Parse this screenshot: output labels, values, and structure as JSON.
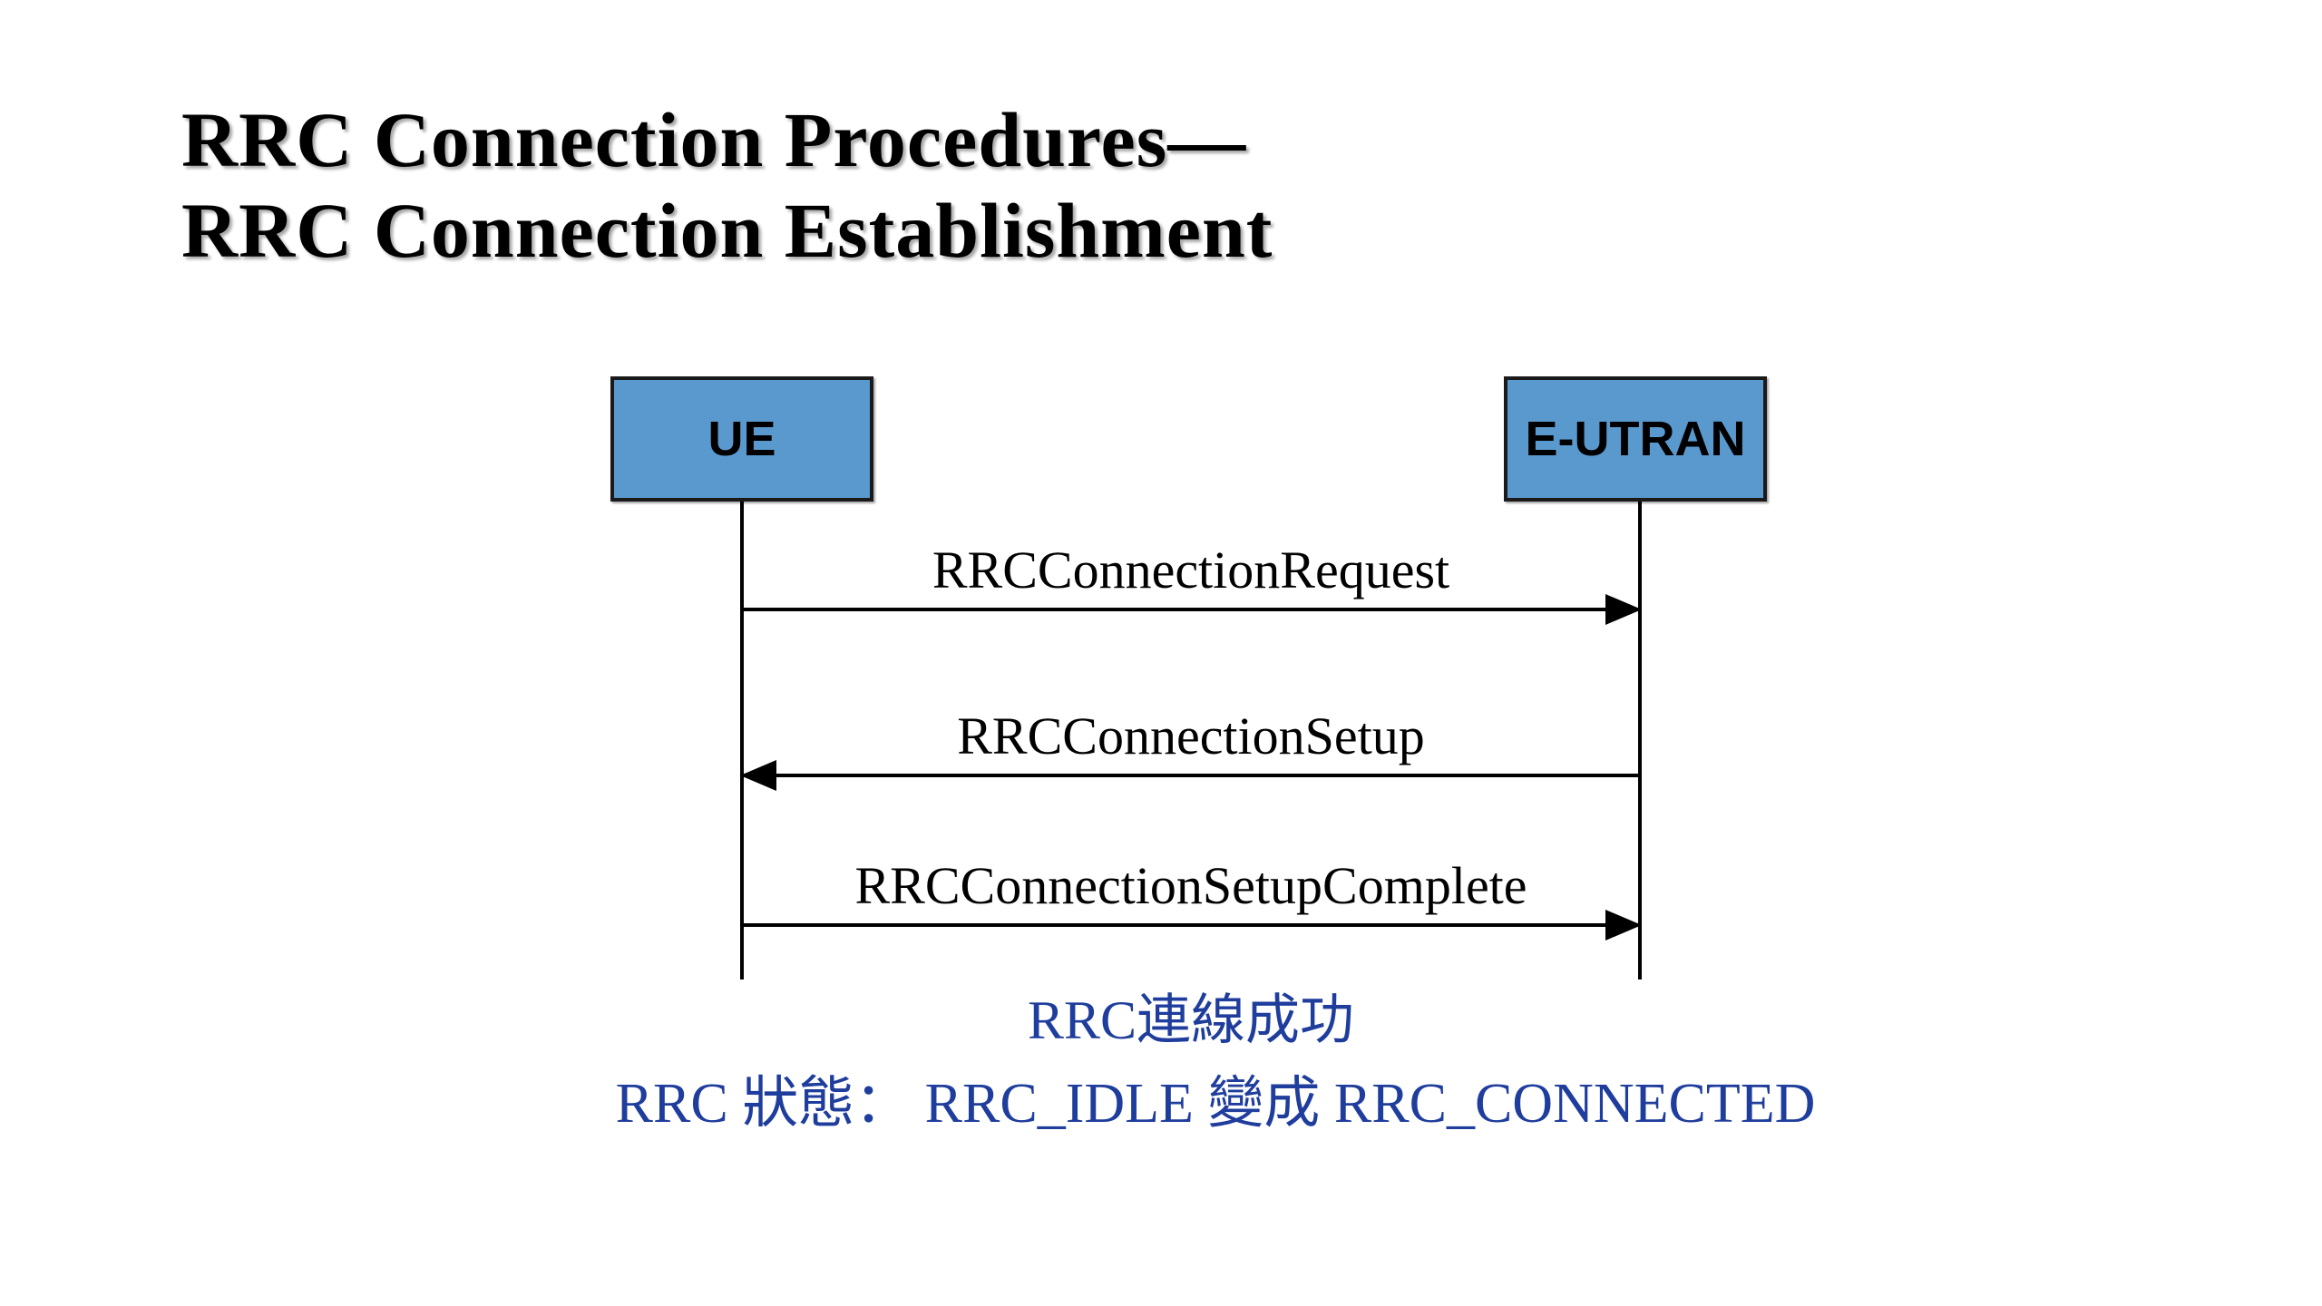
{
  "slide": {
    "background": "#FFFFFF",
    "title": {
      "line1": "RRC Connection Procedures—",
      "line2": "RRC Connection Establishment"
    }
  },
  "diagram": {
    "actors": [
      {
        "id": "ue",
        "label": "UE"
      },
      {
        "id": "eutran",
        "label": "E-UTRAN"
      }
    ],
    "messages": [
      {
        "label": "RRCConnectionRequest",
        "from": "UE",
        "to": "E-UTRAN",
        "direction": "right"
      },
      {
        "label": "RRCConnectionSetup",
        "from": "E-UTRAN",
        "to": "UE",
        "direction": "left"
      },
      {
        "label": "RRCConnectionSetupComplete",
        "from": "UE",
        "to": "E-UTRAN",
        "direction": "right"
      }
    ]
  },
  "notes": {
    "line1": "RRC連線成功",
    "line2": "RRC 狀態： RRC_IDLE 變成 RRC_CONNECTED"
  },
  "colors": {
    "actor_fill": "#5A99CE",
    "actor_border": "#1A1A1A",
    "line_color": "#000000",
    "title_color": "#000000",
    "note_color": "#1F3D9C"
  }
}
